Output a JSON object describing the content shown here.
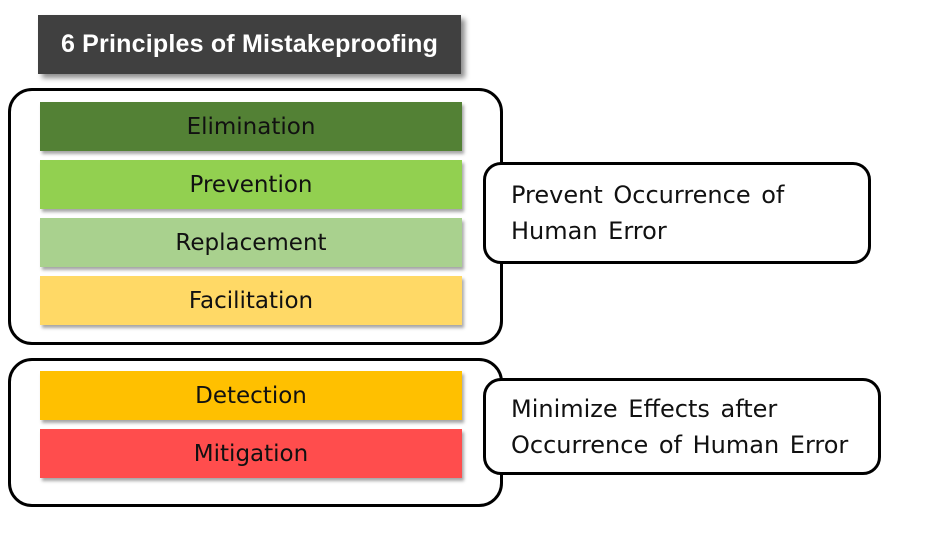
{
  "title": {
    "text": "6 Principles of Mistakeproofing",
    "bg_color": "#404040",
    "text_color": "#FFFFFF"
  },
  "groups": [
    {
      "name": "prevent-occurrence-group",
      "bars": [
        {
          "label": "Elimination",
          "color": "#538135"
        },
        {
          "label": "Prevention",
          "color": "#92D050"
        },
        {
          "label": "Replacement",
          "color": "#A9D18E"
        },
        {
          "label": "Facilitation",
          "color": "#FFD966"
        }
      ],
      "annotation": {
        "text": "Prevent Occurrence of Human Error",
        "lines": [
          "Prevent Occurrence of",
          "Human Error"
        ]
      }
    },
    {
      "name": "minimize-effects-group",
      "bars": [
        {
          "label": "Detection",
          "color": "#FFC000"
        },
        {
          "label": "Mitigation",
          "color": "#FF4D4D"
        }
      ],
      "annotation": {
        "text": "Minimize Effects after Occurrence of Human Error",
        "lines": [
          "Minimize Effects after",
          "Occurrence of Human Error"
        ]
      }
    }
  ],
  "frame_border_color": "#000000",
  "background_color": "#FFFFFF"
}
